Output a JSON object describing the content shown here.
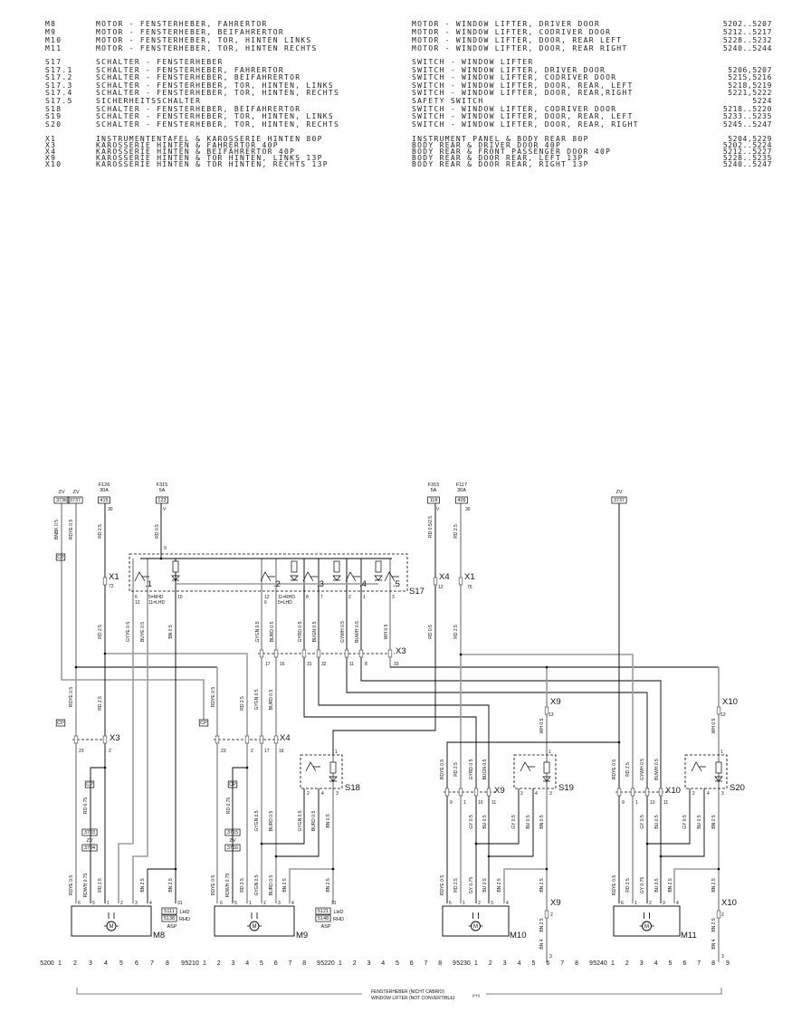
{
  "legend": {
    "groups": [
      {
        "rows": [
          {
            "code": "M8",
            "de": "MOTOR - FENSTERHEBER, FAHRERTOR",
            "en": "MOTOR - WINDOW LIFTER, DRIVER DOOR",
            "ref": "5202..5207"
          },
          {
            "code": "M9",
            "de": "MOTOR - FENSTERHEBER, BEIFAHRERTOR",
            "en": "MOTOR - WINDOW LIFTER, CODRIVER DOOR",
            "ref": "5212..5217"
          },
          {
            "code": "M10",
            "de": "MOTOR - FENSTERHEBER, TOR, HINTEN LINKS",
            "en": "MOTOR - WINDOW LIFTER, DOOR, REAR LEFT",
            "ref": "5228..5232"
          },
          {
            "code": "M11",
            "de": "MOTOR - FENSTERHEBER, TOR, HINTEN RECHTS",
            "en": "MOTOR - WINDOW LIFTER, DOOR, REAR RIGHT",
            "ref": "5240..5244"
          }
        ]
      },
      {
        "rows": [
          {
            "code": "S17",
            "de": "SCHALTER - FENSTERHEBER",
            "en": "SWITCH - WINDOW LIFTER",
            "ref": ""
          },
          {
            "code": "S17.1",
            "de": "SCHALTER - FENSTERHEBER, FAHRERTOR",
            "en": "SWITCH - WINDOW LIFTER, DRIVER DOOR",
            "ref": "5206,5207"
          },
          {
            "code": "S17.2",
            "de": "SCHALTER - FENSTERHEBER, BEIFAHRERTOR",
            "en": "SWITCH - WINDOW LIFTER, CODRIVER DOOR",
            "ref": "5215,5216"
          },
          {
            "code": "S17.3",
            "de": "SCHALTER - FENSTERHEBER, TOR, HINTEN, LINKS",
            "en": "SWITCH - WINDOW LIFTER, DOOR, REAR, LEFT",
            "ref": "5218,5219"
          },
          {
            "code": "S17.4",
            "de": "SCHALTER - FENSTERHEBER, TOR, HINTEN, RECHTS",
            "en": "SWITCH - WINDOW LIFTER, DOOR, REAR,RIGHT",
            "ref": "5221,5222"
          },
          {
            "code": "S17.5",
            "de": "SICHERHEITSSCHALTER",
            "en": "SAFETY SWITCH",
            "ref": "5224"
          },
          {
            "code": "S18",
            "de": "SCHALTER - FENSTERHEBER, BEIFAHRERTOR",
            "en": "SWITCH - WINDOW LIFTER, CODRIVER DOOR",
            "ref": "5218..5220"
          },
          {
            "code": "S19",
            "de": "SCHALTER - FENSTERHEBER, TOR, HINTEN, LINKS",
            "en": "SWITCH - WINDOW LIFTER, DOOR, REAR, LEFT",
            "ref": "5233..5235"
          },
          {
            "code": "S20",
            "de": "SCHALTER - FENSTERHEBER, TOR, HINTEN, RECHTS",
            "en": "SWITCH - WINDOW LIFTER, DOOR, REAR, RIGHT",
            "ref": "5245..5247"
          }
        ]
      },
      {
        "rows": [
          {
            "code": "X1",
            "de": "INSTRUMENTENTAFEL & KAROSSERIE HINTEN 80P",
            "en": "INSTRUMENT PANEL & BODY REAR 80P",
            "ref": "5204,5229"
          },
          {
            "code": "X3",
            "de": "KAROSSERIE HINTEN & FAHRERTOR 40P",
            "en": "BODY REAR & DRIVER DOOR 40P",
            "ref": "5202..5224"
          },
          {
            "code": "X4",
            "de": "KAROSSERIE HINTEN & BEIFAHRERTOR 40P",
            "en": "BODY REAR & FRONT PASSENGER DOOR 40P",
            "ref": "5212..5227"
          },
          {
            "code": "X9",
            "de": "KAROSSERIE HINTEN & TOR HINTEN, LINKS 13P",
            "en": "BODY REAR & DOOR REAR, LEFT 13P",
            "ref": "5228..5235"
          },
          {
            "code": "X10",
            "de": "KAROSSERIE HINTEN & TOR HINTEN, RECHTS 13P",
            "en": "BODY REAR & DOOR REAR, RIGHT 13P",
            "ref": "5240..5247"
          }
        ]
      }
    ]
  },
  "diagram": {
    "motor_symbol": "M",
    "box_labels": [
      "3736",
      "3737",
      "415",
      "123",
      "118",
      "409",
      "3737",
      "CP",
      "CP",
      "CP",
      "CP",
      "CP",
      "3703",
      "3704",
      "3715",
      "3716",
      "5111",
      "5138",
      "5121",
      "5148"
    ],
    "small_labels": [
      "ZV",
      "ZV",
      "F126",
      "30A",
      "F315",
      "5A",
      "F315",
      "5A",
      "F117",
      "30A",
      "ZV",
      "ZV",
      "ZV",
      "LHD",
      "RHD",
      "ASP",
      "LHD",
      "RHD",
      "ASP"
    ],
    "component_labels": [
      "X1",
      "X4",
      "X1",
      "S17",
      "X3",
      "X9",
      "X10",
      "X3",
      "X4",
      "S18",
      "S19",
      "S20",
      "X9",
      "X10",
      "M8",
      "M9",
      "M10",
      "M11",
      "X9",
      "X10",
      ".1",
      ".2",
      ".3",
      ".4",
      ".5"
    ],
    "pin_labels": [
      "30",
      "V",
      "9",
      "V",
      "30",
      "72",
      "12",
      "75",
      "6",
      "12",
      "5=RHD",
      "11=LHD",
      "10",
      "12",
      "6",
      "11=RHD",
      "5=LHD",
      "8",
      "7",
      "2",
      "1",
      "3",
      "17",
      "16",
      "31",
      "32",
      "11",
      "8",
      "33",
      "13",
      "13",
      "23",
      "2",
      "23",
      "2",
      "17",
      "16",
      "1",
      "2",
      "4",
      "3",
      "1",
      "2",
      "4",
      "3",
      "1",
      "2",
      "4",
      "3",
      "9",
      "1",
      "10",
      "11",
      "9",
      "1",
      "10",
      "11",
      "6",
      "5",
      "1",
      "2",
      "3",
      "4",
      "31",
      "6",
      "5",
      "1",
      "2",
      "3",
      "4",
      "31",
      "6",
      "1",
      "2",
      "3",
      "4",
      "6",
      "1",
      "2",
      "3",
      "4",
      "2",
      "2",
      "3",
      "3"
    ],
    "wire_labels": [
      "BNBK 0.5",
      "RDYE 0.5",
      "RD 2.5",
      "RD 0.5",
      "RD 2.5",
      "GYYE 0.5",
      "BUYE 0.5",
      "BN 0.5",
      "GYGN 0.5",
      "BURD 0.5",
      "GYRD 0.5",
      "BUGN 0.5",
      "GYWH 0.5",
      "BUWH 0.5",
      "WH 0.5",
      "RD 0.5/2.5",
      "RD 2.5",
      "RD 0.5",
      "RD 2.5",
      "RDYE 0.5",
      "RD 2.5",
      "RDYE 0.5",
      "RD 2.5",
      "GYGN 0.5",
      "BURD 0.5",
      "RD 0.75",
      "RD 0.75",
      "GYGN 0.5",
      "BURD 0.5",
      "GYGN 0.5",
      "BURD 0.5",
      "BN 0.5",
      "RDYE 0.5",
      "RDWH 0.75",
      "RD 2.5",
      "BN 2.5",
      "BN 2.5",
      "RDYE 0.5",
      "RDWH 0.75",
      "RD 2.5",
      "GYGN 0.5",
      "BURD 0.5",
      "BN 2.5",
      "BN 2.5",
      "WH 0.5",
      "WH 0.5",
      "RDYE 0.5",
      "RD 2.5",
      "GYRD 0.5",
      "BUGN 0.5",
      "RDYE 0.5",
      "RD 2.5",
      "GYWH 0.5",
      "BUWH 0.5",
      "GY 0.5",
      "BU 0.5",
      "GY 0.5",
      "BU 0.5",
      "BN 0.5",
      "GY 0.5",
      "BU 0.5",
      "GY 0.5",
      "BU 0.5",
      "BN 0.5",
      "RDYE 0.5",
      "RD 2.5",
      "GY 0.75",
      "BU 0.5",
      "BN 2.5",
      "BN 2.5",
      "RDYE 0.5",
      "RD 2.5",
      "GY 0.75",
      "BU 0.5",
      "BN 2.5",
      "BN 2.5",
      "BN 2.5",
      "BN 4",
      "BN 2.5",
      "BN 4"
    ]
  },
  "ruler": {
    "blocks": [
      "5200",
      "5210",
      "5220",
      "5230",
      "5240"
    ],
    "digits": [
      "1",
      "2",
      "3",
      "4",
      "5",
      "6",
      "7",
      "8",
      "9"
    ]
  },
  "footer": {
    "de": "FENSTERHEBER (NICHT CABRIO)",
    "en": "WINDOW LIFTER (NOT CONVERTIBLE)",
    "code": "(FH)"
  },
  "colors": {
    "wire_gray": "#9c9c9c",
    "wire_black": "#000000"
  }
}
